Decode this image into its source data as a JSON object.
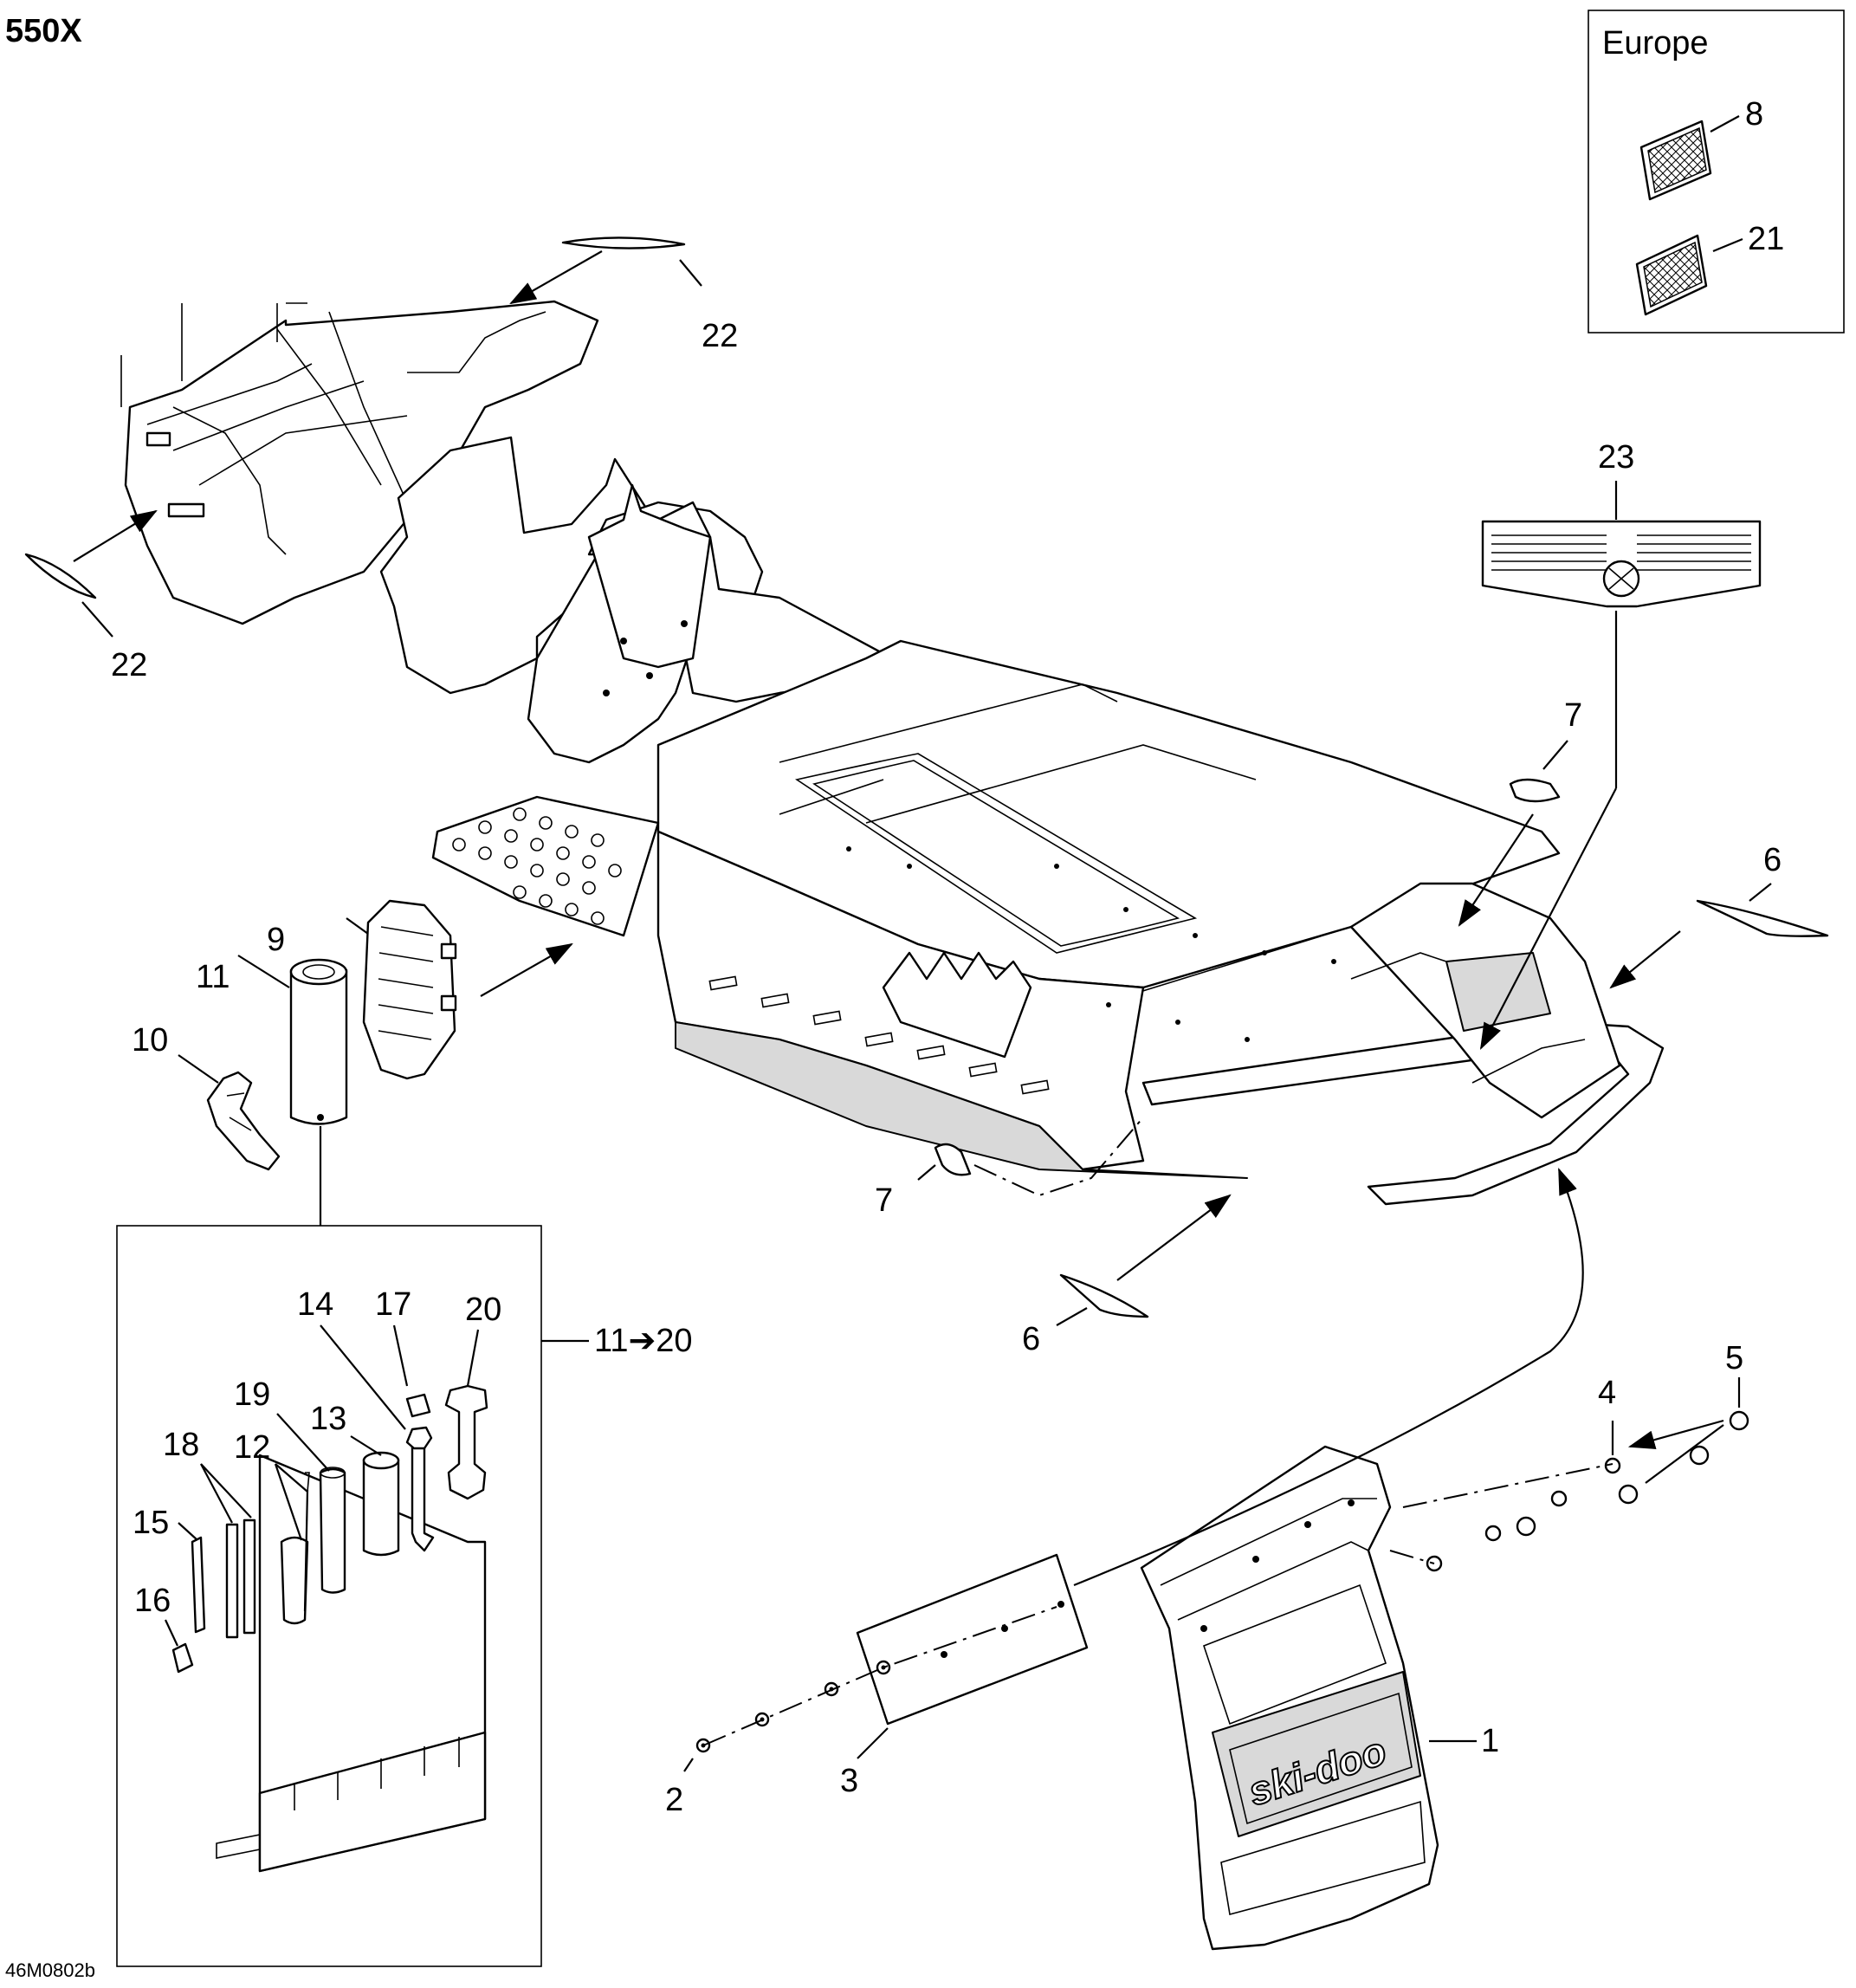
{
  "title": "550X",
  "figure_code": "46M0802b",
  "inset": {
    "label": "Europe"
  },
  "kit_label": {
    "from": "11",
    "to": "20"
  },
  "callouts": {
    "c1": "1",
    "c2": "2",
    "c3": "3",
    "c4": "4",
    "c5": "5",
    "c6a": "6",
    "c6b": "6",
    "c7a": "7",
    "c7b": "7",
    "c8": "8",
    "c9": "9",
    "c10": "10",
    "c11": "11",
    "c12": "12",
    "c13": "13",
    "c14": "14",
    "c15": "15",
    "c16": "16",
    "c17": "17",
    "c18": "18",
    "c19": "19",
    "c20": "20",
    "c21": "21",
    "c22a": "22",
    "c22b": "22",
    "c23": "23"
  },
  "colors": {
    "line": "#000000",
    "fill": "#ffffff",
    "shade": "#d9d9d9"
  }
}
